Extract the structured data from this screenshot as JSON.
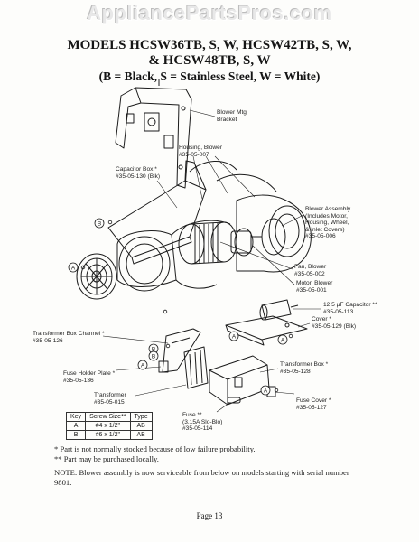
{
  "watermark": "AppliancePartsPros.com",
  "header": {
    "line1": "MODELS HCSW36TB, S, W, HCSW42TB, S, W,",
    "line2": "& HCSW48TB, S, W",
    "line3": "(B = Black, S = Stainless Steel, W = White)"
  },
  "labels": {
    "blower_bracket": "Blower Mtg\nBracket",
    "housing": "Housing, Blower\n#35-05-007",
    "capacitor_box": "Capacitor Box *\n#35-05-130 (Blk)",
    "blower_assembly": "Blower Assembly\n(Includes Motor,\nHousing, Wheel,\n& Inlet Covers)\n#35-05-006",
    "fan": "Fan, Blower\n#35-05-002",
    "motor": "Motor, Blower\n#35-05-001",
    "capacitor": "12.5 µF Capacitor **\n#35-05-113",
    "cover": "Cover *\n#35-05-129 (Blk)",
    "transformer_channel": "Transformer Box Channel *\n#35-05-126",
    "fuse_plate": "Fuse Holder Plate *\n#35-05-136",
    "transformer": "Transformer\n#35-05-015",
    "transformer_box": "Transformer Box *\n#35-05-128",
    "fuse": "Fuse **\n(3.15A Slo-Blo)\n#35-05-114",
    "fuse_cover": "Fuse Cover *\n#35-05-127"
  },
  "callouts": {
    "a": "A",
    "b": "B"
  },
  "key_table": {
    "headers": [
      "Key",
      "Screw Size**",
      "Type"
    ],
    "rows": [
      [
        "A",
        "#4 x 1/2\"",
        "AB"
      ],
      [
        "B",
        "#6 x 1/2\"",
        "AB"
      ]
    ]
  },
  "footnotes": {
    "f1": "*   Part is not normally stocked because of low failure probability.",
    "f2": "**  Part may be purchased locally."
  },
  "note": {
    "line1": "NOTE: Blower assembly is now serviceable from below on models starting with serial number",
    "line2": "9801."
  },
  "page": "Page 13"
}
